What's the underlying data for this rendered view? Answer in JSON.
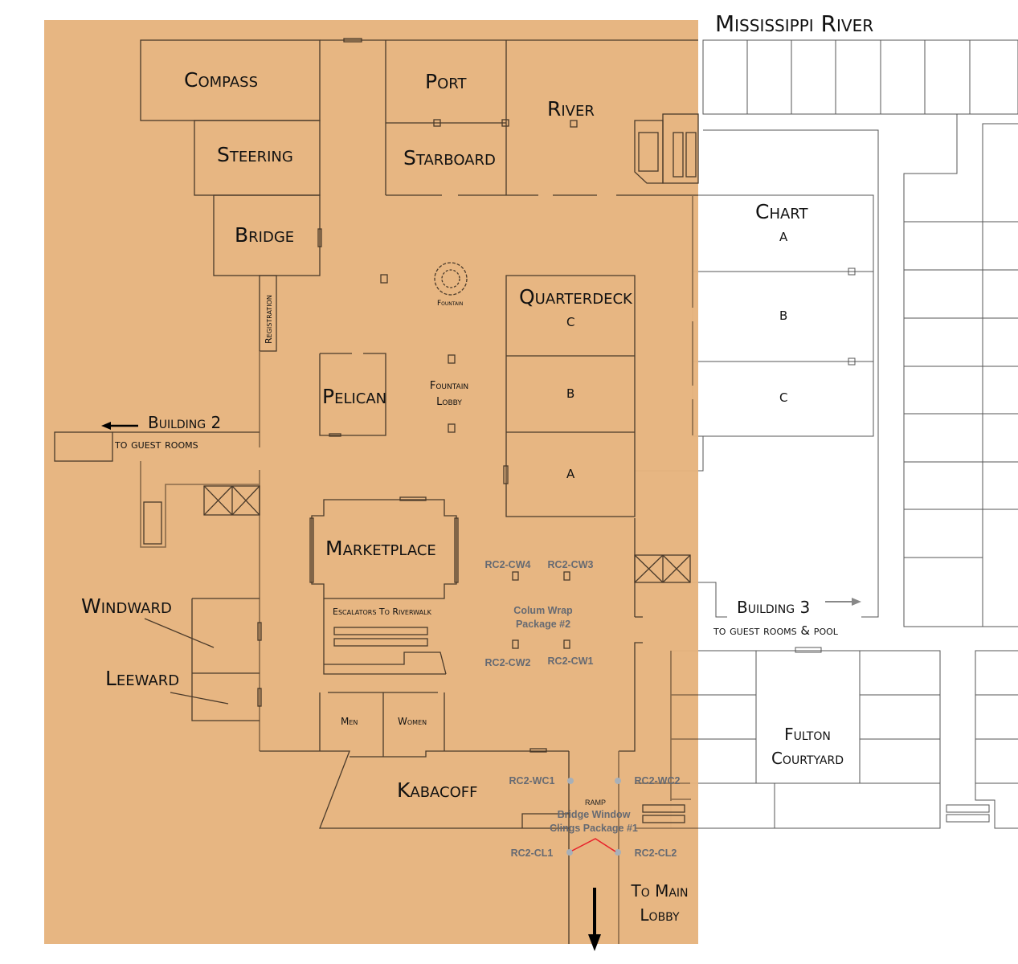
{
  "map": {
    "background_color": "#E6B47E",
    "river": "Mississippi River",
    "rooms": {
      "compass": "Compass",
      "port": "Port",
      "river": "River",
      "steering": "Steering",
      "starboard": "Starboard",
      "bridge": "Bridge",
      "chart": "Chart",
      "chart_a": "A",
      "chart_b": "B",
      "chart_c": "C",
      "registration": "Registration",
      "fountain": "Fountain",
      "quarterdeck": "Quarterdeck",
      "qd_c": "C",
      "qd_b": "B",
      "qd_a": "A",
      "pelican": "Pelican",
      "fountain_lobby_1": "Fountain",
      "fountain_lobby_2": "Lobby",
      "marketplace": "Marketplace",
      "escalators": "Escalators To Riverwalk",
      "windward": "Windward",
      "leeward": "Leeward",
      "men": "Men",
      "women": "Women",
      "kabacoff": "Kabacoff",
      "ramp": "RAMP",
      "fulton_1": "Fulton",
      "fulton_2": "Courtyard",
      "main_lobby_1": "To Main",
      "main_lobby_2": "Lobby"
    },
    "directions": {
      "building2": "Building 2",
      "building2_sub": "to guest rooms",
      "building3": "Building 3",
      "building3_sub": "to guest rooms & pool"
    },
    "placements": {
      "cw4": "RC2-CW4",
      "cw3": "RC2-CW3",
      "cw2": "RC2-CW2",
      "cw1": "RC2-CW1",
      "colum_1": "Colum Wrap",
      "colum_2": "Package #2",
      "wc1": "RC2-WC1",
      "wc2": "RC2-WC2",
      "cl1": "RC2-CL1",
      "cl2": "RC2-CL2",
      "bridge_1": "Bridge Window",
      "bridge_2": "Clings Package #1",
      "marker_color": "#A8B0B8",
      "cling_color": "#E8202A"
    }
  }
}
